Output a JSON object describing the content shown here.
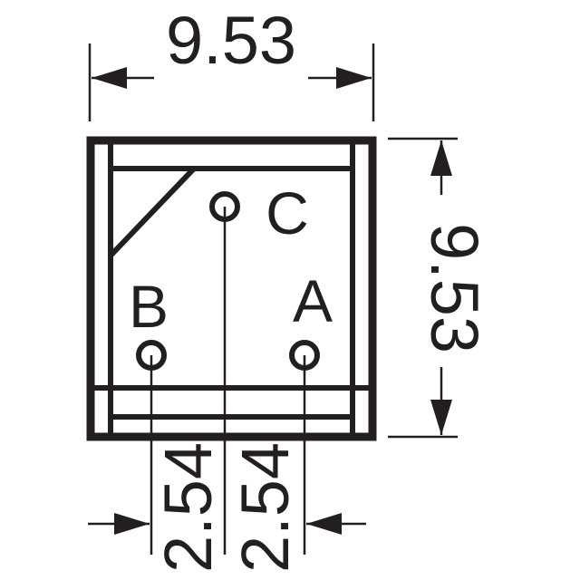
{
  "dimensions": {
    "width": "9.53",
    "height": "9.53",
    "pitch_left": "2.54",
    "pitch_right": "2.54"
  },
  "pins": {
    "a": "A",
    "b": "B",
    "c": "C"
  },
  "colors": {
    "ink": "#231f20",
    "background": "#ffffff"
  }
}
